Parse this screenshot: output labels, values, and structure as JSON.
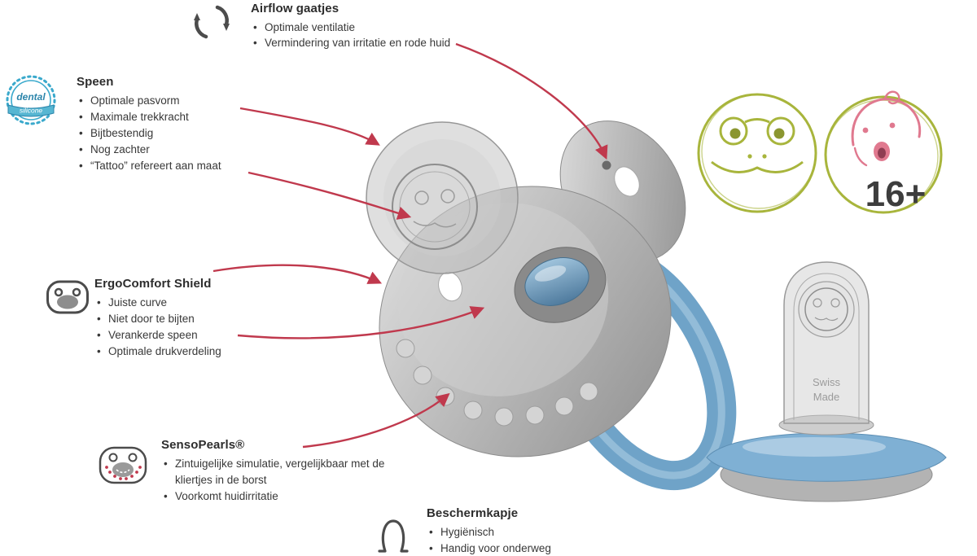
{
  "colors": {
    "arrow_red": "#c0394d",
    "badge_olive": "#a8b53c",
    "baby_pink": "#e0798f",
    "ring_blue": "#6fa3c8",
    "dental_blue": "#3aa9cc",
    "text_dark": "#323232"
  },
  "annotations": {
    "airflow": {
      "title": "Airflow gaatjes",
      "bullets": [
        "Optimale ventilatie",
        "Vermindering van irritatie en rode huid"
      ]
    },
    "speen": {
      "title": "Speen",
      "bullets": [
        "Optimale pasvorm",
        "Maximale trekkracht",
        "Bijtbestendig",
        "Nog zachter",
        "“Tattoo” refereert aan maat"
      ]
    },
    "ergocomfort_shield": {
      "title": "ErgoComfort Shield",
      "bullets": [
        "Juiste curve",
        "Niet door te bijten",
        "Verankerde speen",
        "Optimale drukverdeling"
      ]
    },
    "sensopearls": {
      "title": "SensoPearls®",
      "bullets": [
        "Zintuigelijke simulatie, vergelijkbaar met de kliertjes in de borst",
        "Voorkomt huidirritatie"
      ]
    },
    "beschermkapje": {
      "title": "Beschermkapje",
      "bullets": [
        "Hygiënisch",
        "Handig voor onderweg"
      ]
    }
  },
  "badges": {
    "dental": {
      "line1": "dental",
      "line2": "silicone"
    },
    "age": {
      "label": "16+"
    }
  },
  "product": {
    "swiss_line1": "Swiss",
    "swiss_line2": "Made"
  }
}
